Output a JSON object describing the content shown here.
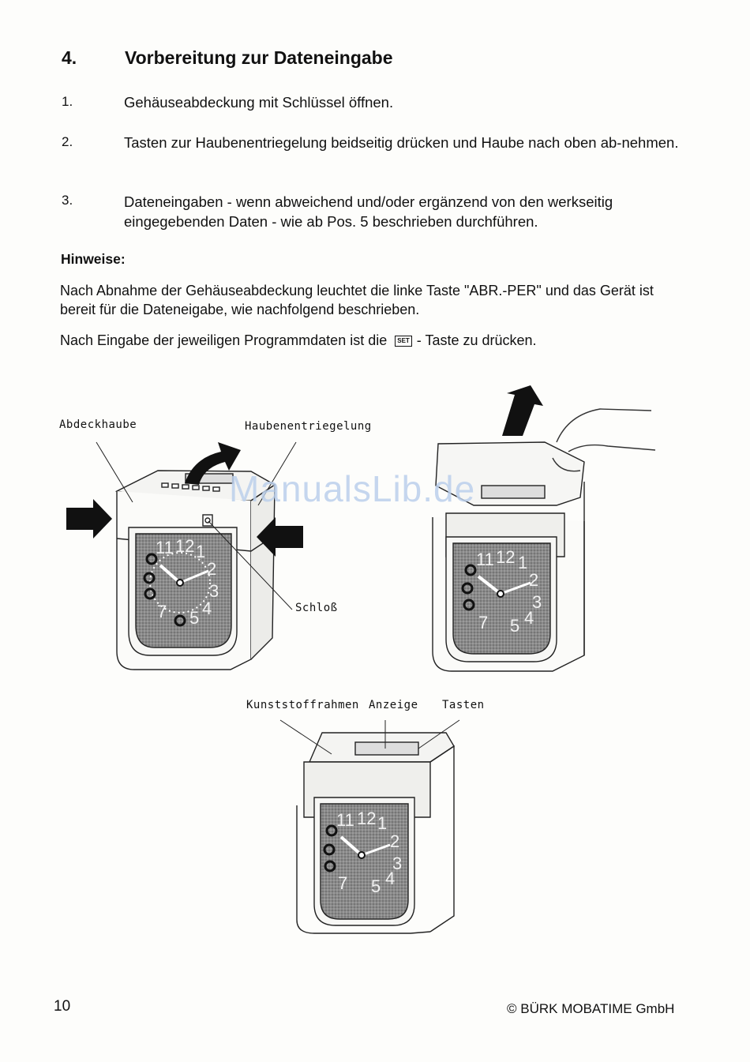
{
  "heading": {
    "number": "4.",
    "title": "Vorbereitung zur Dateneingabe"
  },
  "steps": [
    {
      "num": "1.",
      "text": "Gehäuseabdeckung mit Schlüssel öffnen."
    },
    {
      "num": "2.",
      "text": "Tasten zur Haubenentriegelung beidseitig drücken und Haube nach oben ab-nehmen."
    },
    {
      "num": "3.",
      "text": "Dateneingaben - wenn abweichend und/oder ergänzend von den werkseitig eingegebenden Daten - wie ab Pos. 5 beschrieben durchführen."
    }
  ],
  "notes": {
    "heading": "Hinweise:",
    "para1": "Nach Abnahme der Gehäuseabdeckung leuchtet die linke Taste \"ABR.-PER\" und das Gerät ist bereit für die Dateneigabe, wie nachfolgend beschrieben.",
    "para2_before": "Nach Eingabe der jeweiligen Programmdaten ist die",
    "set_key": "SET",
    "para2_after": "- Taste zu drücken."
  },
  "figure_labels": {
    "abdeckhaube": "Abdeckhaube",
    "haubenentriegelung": "Haubenentriegelung",
    "schloss": "Schloß",
    "kunststoffrahmen": "Kunststoffrahmen",
    "anzeige": "Anzeige",
    "tasten": "Tasten"
  },
  "clock_numerals": [
    "11",
    "12",
    "1",
    "2",
    "3",
    "4",
    "5",
    "7"
  ],
  "watermark": "ManualsLib.de",
  "footer": {
    "page": "10",
    "copyright": "© BÜRK MOBATIME GmbH"
  }
}
